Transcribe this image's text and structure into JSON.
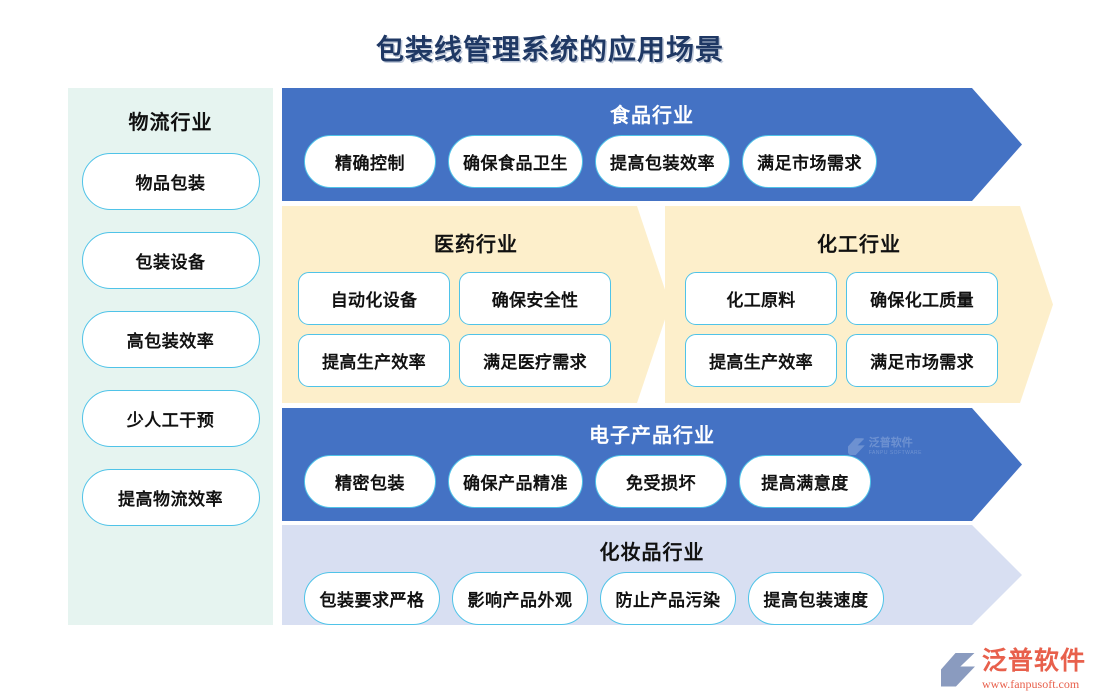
{
  "page": {
    "title": "包装线管理系统的应用场景"
  },
  "sidebar": {
    "title": "物流行业",
    "items": [
      {
        "label": "物品包装"
      },
      {
        "label": "包装设备"
      },
      {
        "label": "高包装效率"
      },
      {
        "label": "少人工干预"
      },
      {
        "label": "提高物流效率"
      }
    ]
  },
  "bands": {
    "food": {
      "title": "食品行业",
      "items": [
        "精确控制",
        "确保食品卫生",
        "提高包装效率",
        "满足市场需求"
      ]
    },
    "pharma": {
      "title": "医药行业",
      "items": [
        "自动化设备",
        "确保安全性",
        "提高生产效率",
        "满足医疗需求"
      ]
    },
    "chemical": {
      "title": "化工行业",
      "items": [
        "化工原料",
        "确保化工质量",
        "提高生产效率",
        "满足市场需求"
      ]
    },
    "electronics": {
      "title": "电子产品行业",
      "items": [
        "精密包装",
        "确保产品精准",
        "免受损坏",
        "提高满意度"
      ]
    },
    "cosmetics": {
      "title": "化妆品行业",
      "items": [
        "包装要求严格",
        "影响产品外观",
        "防止产品污染",
        "提高包装速度"
      ]
    }
  },
  "watermark": {
    "name": "泛普软件",
    "sub": "FANPU SOFTWARE"
  },
  "logo": {
    "name": "泛普软件",
    "url": "www.fanpusoft.com"
  },
  "colors": {
    "title": "#1F3864",
    "blue_band": "#4472C4",
    "cream_panel": "#FDEFCB",
    "lavender_band": "#D8DFF2",
    "sidebar_bg": "#E6F4F0",
    "pill_border": "#4FC3E8",
    "logo_accent": "#E8604C"
  }
}
